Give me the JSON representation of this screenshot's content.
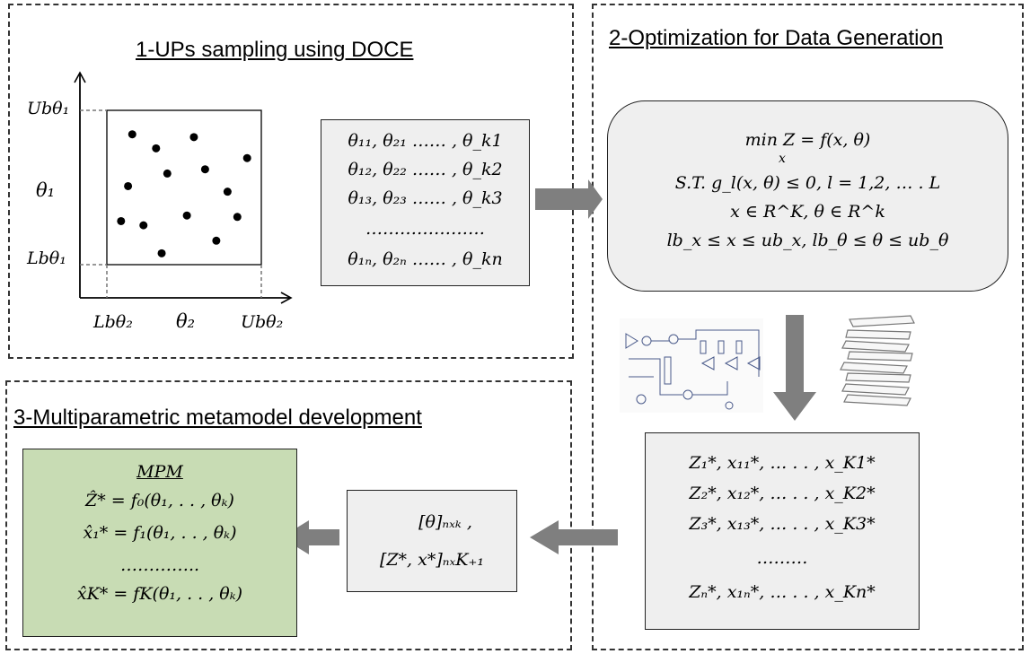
{
  "panels": {
    "sampling": {
      "title": "1-UPs sampling using DOCE"
    },
    "optimization": {
      "title": "2-Optimization for Data Generation"
    },
    "metamodel": {
      "title": "3-Multiparametric metamodel development"
    }
  },
  "sampling_plot": {
    "y_upper": "Ubθ₁",
    "y_lower": "Lbθ₁",
    "y_label": "θ₁",
    "x_lower": "Lbθ₂",
    "x_label": "θ₂",
    "x_upper": "Ubθ₂",
    "points": [
      {
        "t2": 0.13,
        "t1": 0.88
      },
      {
        "t2": 0.3,
        "t1": 0.78
      },
      {
        "t2": 0.57,
        "t1": 0.86
      },
      {
        "t2": 0.95,
        "t1": 0.71
      },
      {
        "t2": 0.38,
        "t1": 0.6
      },
      {
        "t2": 0.65,
        "t1": 0.63
      },
      {
        "t2": 0.1,
        "t1": 0.51
      },
      {
        "t2": 0.81,
        "t1": 0.47
      },
      {
        "t2": 0.05,
        "t1": 0.26
      },
      {
        "t2": 0.21,
        "t1": 0.23
      },
      {
        "t2": 0.52,
        "t1": 0.3
      },
      {
        "t2": 0.88,
        "t1": 0.29
      },
      {
        "t2": 0.73,
        "t1": 0.12
      },
      {
        "t2": 0.34,
        "t1": 0.03
      }
    ]
  },
  "samples_box": {
    "lines": [
      "θ₁₁, θ₂₁ …… , θ_k1",
      "θ₁₂, θ₂₂ …… , θ_k2",
      "θ₁₃, θ₂₃ …… , θ_k3",
      "…………………",
      "θ₁ₙ, θ₂ₙ …… , θ_kn"
    ]
  },
  "optimization_box": {
    "lines": [
      "min Z = f(x, θ)",
      "x",
      "S.T.  g_l(x, θ) ≤ 0,      l = 1,2, … . L",
      "x ∈ R^K,        θ ∈ R^k",
      "lb_x ≤ x ≤ ub_x,       lb_θ ≤ θ ≤ ub_θ"
    ]
  },
  "results_box": {
    "lines": [
      "Z₁*, x₁₁*, … . . , x_K1*",
      "Z₂*, x₁₂*, … . . , x_K2*",
      "Z₃*, x₁₃*, … . . , x_K3*",
      "………",
      "Zₙ*, x₁ₙ*, … . . , x_Kn*"
    ]
  },
  "matrix_box": {
    "lines": [
      "[θ]ₙₓₖ ,",
      "[Z*, x*]ₙₓK₊₁"
    ]
  },
  "mpm_box": {
    "title": "MPM",
    "lines": [
      "Ẑ* = f₀(θ₁, . . , θₖ)",
      "x̂₁* = f₁(θ₁, . . , θₖ)",
      "…………..",
      "x̂K* = fK(θ₁, . . , θₖ)"
    ]
  },
  "colors": {
    "mpm_fill": "#c8dcb4",
    "box_fill": "#efefef",
    "arrow": "#7f7f7f"
  }
}
